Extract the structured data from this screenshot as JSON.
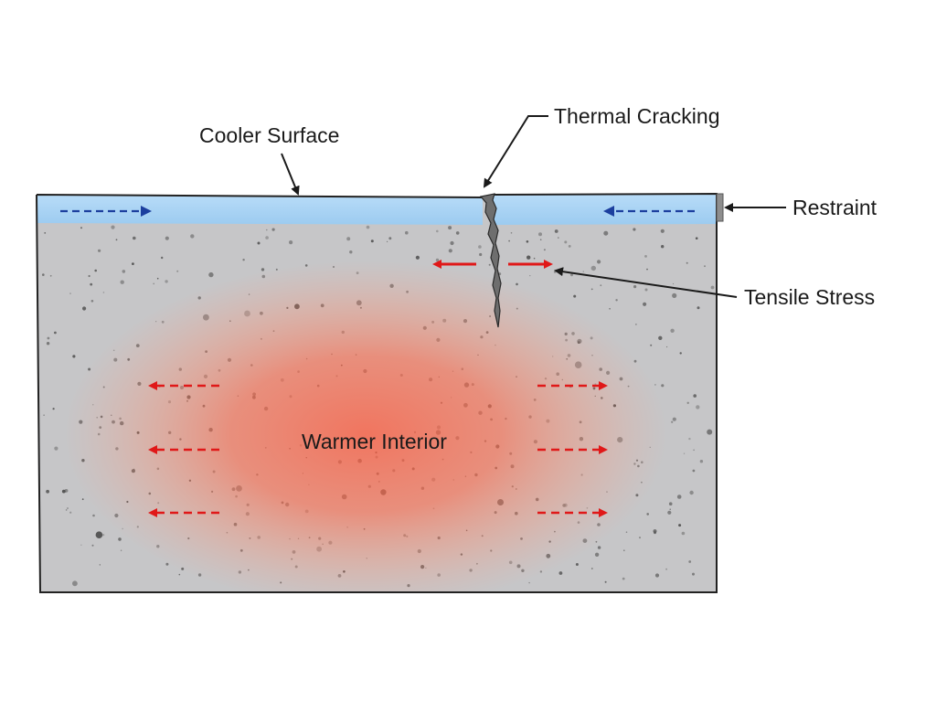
{
  "labels": {
    "cooler_surface": "Cooler Surface",
    "thermal_cracking": "Thermal Cracking",
    "restraint": "Restraint",
    "tensile_stress": "Tensile Stress",
    "warmer_interior": "Warmer Interior"
  },
  "colors": {
    "concrete": "#c6c6c8",
    "surface_layer": "#a9d3f5",
    "interior_heat": "#ff5a3c",
    "arrow_red": "#e01818",
    "arrow_blue": "#1c3f9e",
    "outline": "#222222"
  },
  "icons": [
    "thermal-crack-icon",
    "restraint-block-icon"
  ]
}
